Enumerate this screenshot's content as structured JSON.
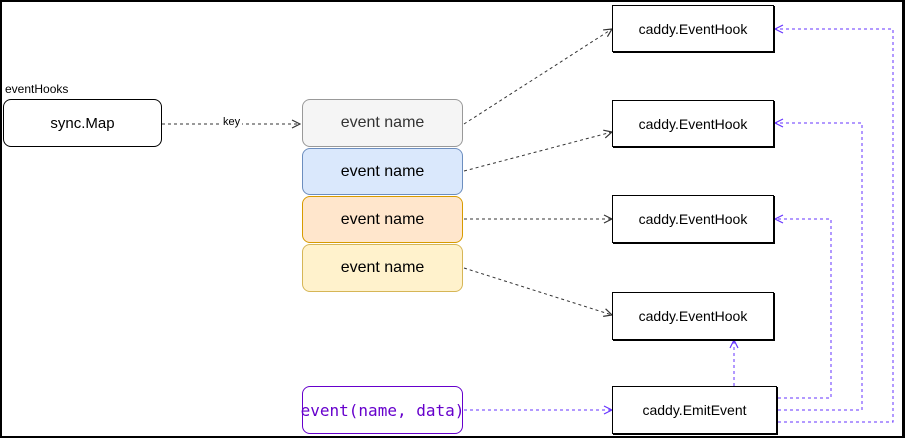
{
  "map": {
    "caption": "eventHooks",
    "label": "sync.Map",
    "edge_label": "key"
  },
  "events": [
    {
      "label": "event name",
      "fill": "#f5f5f5",
      "stroke": "#999999",
      "text_color": "#333333"
    },
    {
      "label": "event name",
      "fill": "#dae8fc",
      "stroke": "#6c8ebf",
      "text_color": "#000000"
    },
    {
      "label": "event name",
      "fill": "#ffe6cc",
      "stroke": "#d79b00",
      "text_color": "#000000"
    },
    {
      "label": "event name",
      "fill": "#fff2cc",
      "stroke": "#d6b656",
      "text_color": "#000000"
    }
  ],
  "hooks": [
    {
      "label": "caddy.EventHook"
    },
    {
      "label": "caddy.EventHook"
    },
    {
      "label": "caddy.EventHook"
    },
    {
      "label": "caddy.EventHook"
    }
  ],
  "emit": {
    "label": "caddy.EmitEvent"
  },
  "call": {
    "label": "event(name, data)",
    "text_color": "#6600cc"
  },
  "colors": {
    "key_edges": "#333333",
    "emit_edges": "#6633ff"
  }
}
